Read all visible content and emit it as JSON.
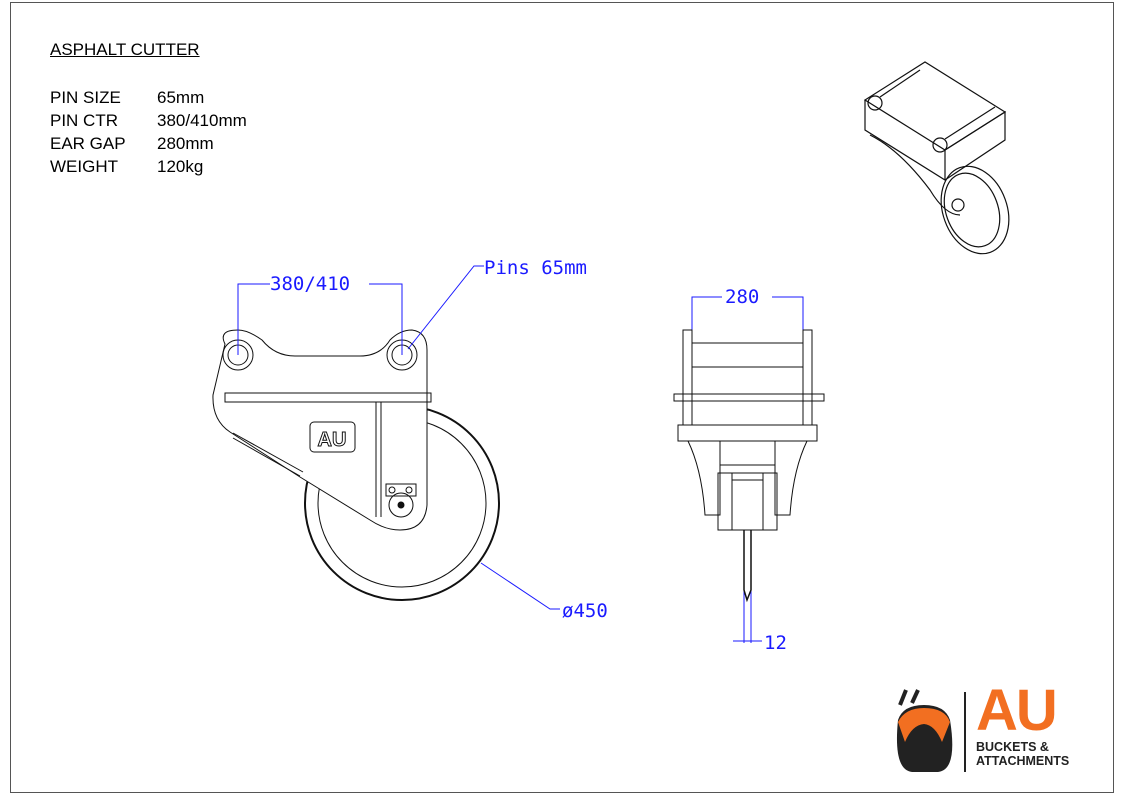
{
  "title": "ASPHALT CUTTER",
  "specs": [
    {
      "label": "PIN SIZE",
      "value": "65mm"
    },
    {
      "label": "PIN CTR",
      "value": "380/410mm"
    },
    {
      "label": "EAR GAP",
      "value": "280mm"
    },
    {
      "label": "WEIGHT",
      "value": "120kg"
    }
  ],
  "dimensions": {
    "pin_centers": "380/410",
    "pins": "Pins 65mm",
    "diameter": "ø450",
    "ear_gap": "280",
    "blade_thickness": "12"
  },
  "plate_logo": "AU",
  "logo": {
    "mark": "AU",
    "line1": "BUCKETS &",
    "line2": "ATTACHMENTS"
  },
  "colors": {
    "dimension": "#1a1aff",
    "brand": "#f26f21"
  }
}
